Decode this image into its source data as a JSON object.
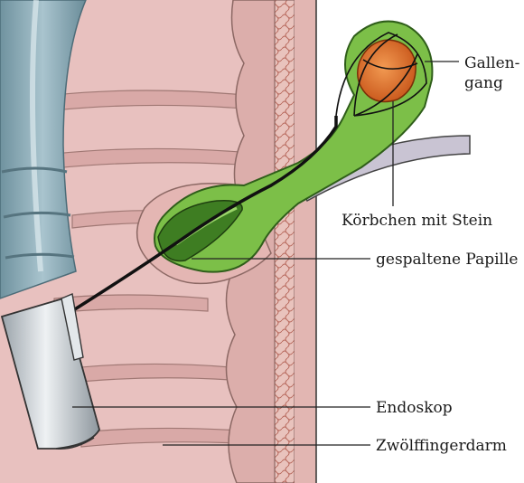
{
  "labels": {
    "gallengang_line1": "Gallen-",
    "gallengang_line2": "gang",
    "koerbchen": "Körbchen mit Stein",
    "papille": "gespaltene Papille",
    "endoskop": "Endoskop",
    "zwoelffingerdarm": "Zwölffingerdarm"
  },
  "colors": {
    "duodenum_wall": "#e8c1bf",
    "duodenum_fold": "#d9a9a7",
    "tissue_column": "#e2b6b2",
    "bile_duct": "#7cbf48",
    "bile_duct_dark": "#3e7d22",
    "stone": "#e2742a",
    "endoscope_body": "#c9ced2",
    "endoscope_hose": "#8fb0bd",
    "pancreatic_duct": "#c9c4d3"
  }
}
